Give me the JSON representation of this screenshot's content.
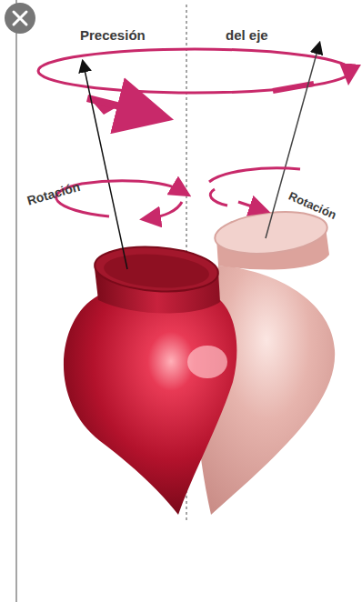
{
  "diagram": {
    "labels": [
      "Precesión",
      "del eje",
      "Rotación",
      "Rotación"
    ]
  }
}
